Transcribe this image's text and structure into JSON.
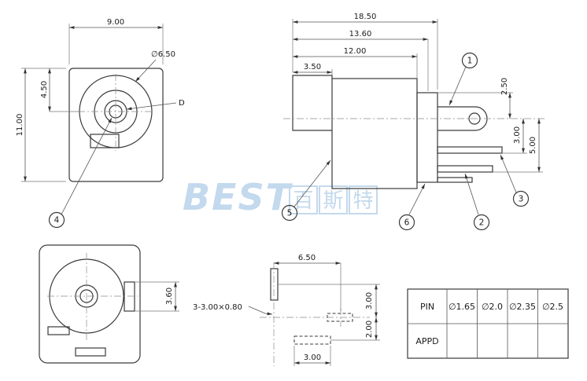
{
  "meta": {
    "bg": "#ffffff",
    "line_color": "#3a3a3a",
    "accent": "#b9d3ea"
  },
  "watermark": {
    "logo": "BEST",
    "chars": [
      "百",
      "斯",
      "特"
    ]
  },
  "front_view": {
    "width": "9.00",
    "height": "11.00",
    "center_offset": "4.50",
    "barrel_dia": "∅6.50",
    "pin_label": "D",
    "balloon": "4"
  },
  "side_view": {
    "total_len": "18.50",
    "len2": "13.60",
    "len3": "12.00",
    "len4": "3.50",
    "h1": "2.50",
    "h2": "3.00",
    "h3": "5.00",
    "balloons": {
      "b1": "1",
      "b2": "2",
      "b3": "3",
      "b5": "5",
      "b6": "6"
    }
  },
  "bottom_view": {
    "slot_height": "3.60"
  },
  "footprint": {
    "pitch": "6.50",
    "note": "3-3.00×0.80",
    "dim_a": "3.00",
    "dim_b": "2.00",
    "slot_len": "3.00"
  },
  "spec_table": {
    "row1_label": "PIN",
    "row2_label": "APPD",
    "values": [
      "∅1.65",
      "∅2.0",
      "∅2.35",
      "∅2.5"
    ]
  }
}
